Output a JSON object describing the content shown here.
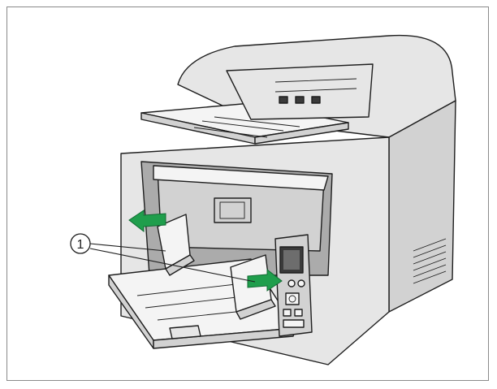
{
  "figure": {
    "callout": {
      "label": "1",
      "meaning": ""
    },
    "colors": {
      "outline": "#1e1e1e",
      "body_light": "#e3e3e3",
      "body_mid": "#cfcfcf",
      "body_dark": "#a9a9a9",
      "arrow": "#1f9e4c"
    },
    "parts": [
      "scanner-body",
      "output-tray",
      "feed-tray",
      "document-guide-left",
      "document-guide-right",
      "control-panel",
      "vent"
    ]
  }
}
